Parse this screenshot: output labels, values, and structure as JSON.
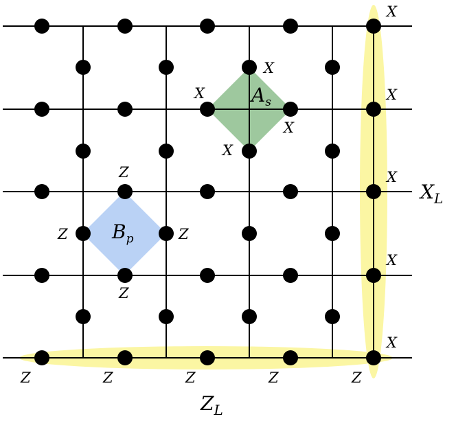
{
  "diagram": {
    "highlight_colors": {
      "logical": "#fbf6a3",
      "star_operator": "#93c293",
      "plaquette_operator": "#b6d0f4"
    },
    "labels": {
      "pauli_x": "X",
      "pauli_z": "Z",
      "logical_x_base": "X",
      "logical_x_sub": "L",
      "logical_z_base": "Z",
      "logical_z_sub": "L",
      "star_base": "A",
      "star_sub": "s",
      "plaquette_base": "B",
      "plaquette_sub": "p"
    }
  }
}
